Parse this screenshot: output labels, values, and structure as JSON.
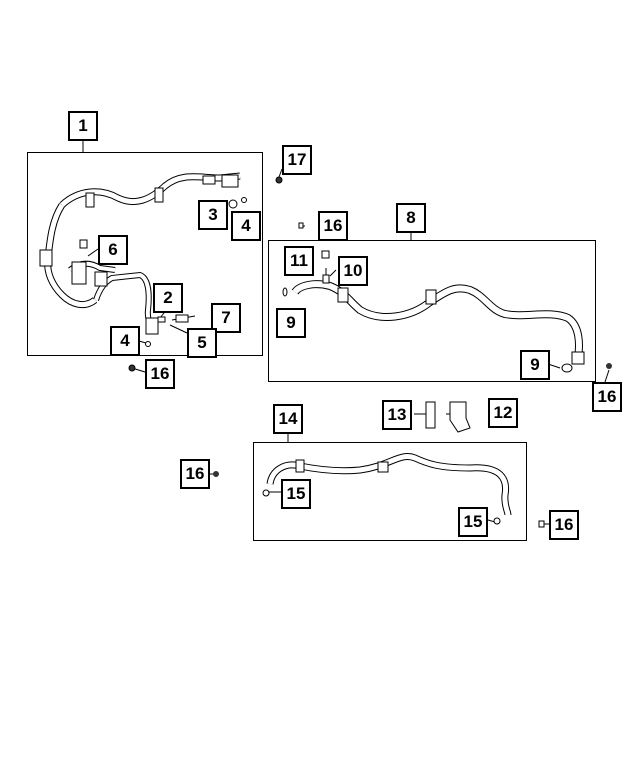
{
  "callouts": {
    "c1": "1",
    "c2": "2",
    "c3": "3",
    "c4a": "4",
    "c4b": "4",
    "c5": "5",
    "c6": "6",
    "c7": "7",
    "c8": "8",
    "c9a": "9",
    "c9b": "9",
    "c10": "10",
    "c11": "11",
    "c12": "12",
    "c13": "13",
    "c14": "14",
    "c15a": "15",
    "c15b": "15",
    "c16a": "16",
    "c16b": "16",
    "c16c": "16",
    "c16d": "16",
    "c16e": "16",
    "c17": "17"
  },
  "colors": {
    "line": "#000000",
    "background": "#ffffff",
    "hose": "#ffffff"
  }
}
